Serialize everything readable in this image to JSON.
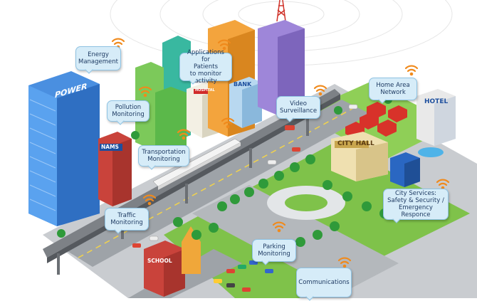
{
  "callouts": {
    "energy": "Energy\nManagement",
    "patients": "Applications for\nPatients\nto monitor activity",
    "pollution": "Pollution\nMonitoring",
    "video": "Video\nSurveillance",
    "home": "Home Area\nNetwork",
    "transportation": "Transportation\nMonitoring",
    "traffic": "Traffic\nMonitoring",
    "city_services": "City Services:\nSafety & Security /\nEmergency Responce",
    "parking": "Parking\nMonitoring",
    "communications": "Communications"
  },
  "signs": {
    "power": "POWER",
    "hospital": "HOSPITAL",
    "bank": "BANK",
    "nams": "NAMS",
    "hotel": "HOTEL",
    "city_hall": "CITY HALL",
    "school": "SCHOOL"
  },
  "colors": {
    "road": "#9ea3a8",
    "grass": "#7fc24a",
    "callout_bg": "#d6ecf8",
    "callout_text": "#1f3b63",
    "wifi": "#f08a1c"
  }
}
